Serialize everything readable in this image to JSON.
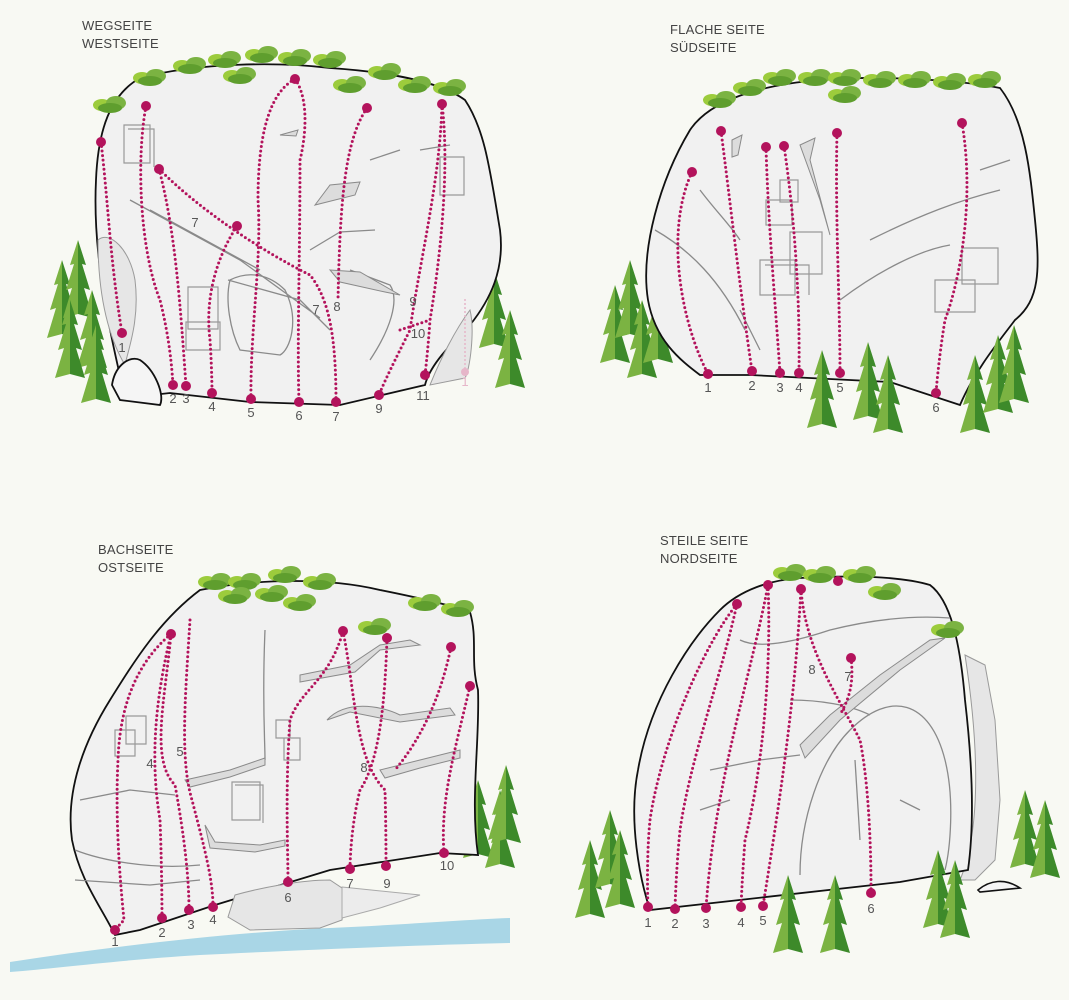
{
  "colors": {
    "route": "#b3135c",
    "background": "#f8f9f3",
    "tree_light": "#7bb342",
    "tree_dark": "#3d8a2a",
    "water": "#a9d6e6"
  },
  "panels": [
    {
      "title_1": "WEGSEITE",
      "title_2": "WESTSEITE",
      "base_labels": [
        "1",
        "2",
        "3",
        "4",
        "5",
        "6",
        "7",
        "9",
        "11"
      ],
      "inline_labels": [
        "7",
        "7",
        "8",
        "9",
        "10"
      ],
      "faded_label": "1"
    },
    {
      "title_1": "FLACHE SEITE",
      "title_2": "SÜDSEITE",
      "base_labels": [
        "1",
        "2",
        "3",
        "4",
        "5",
        "6"
      ]
    },
    {
      "title_1": "BACHSEITE",
      "title_2": "OSTSEITE",
      "base_labels": [
        "1",
        "2",
        "3",
        "4",
        "6",
        "7",
        "9",
        "10"
      ],
      "inline_labels": [
        "4",
        "5",
        "8"
      ]
    },
    {
      "title_1": "STEILE SEITE",
      "title_2": "NORDSEITE",
      "base_labels": [
        "1",
        "2",
        "3",
        "4",
        "5",
        "6"
      ],
      "inline_labels": [
        "8",
        "7"
      ]
    }
  ]
}
